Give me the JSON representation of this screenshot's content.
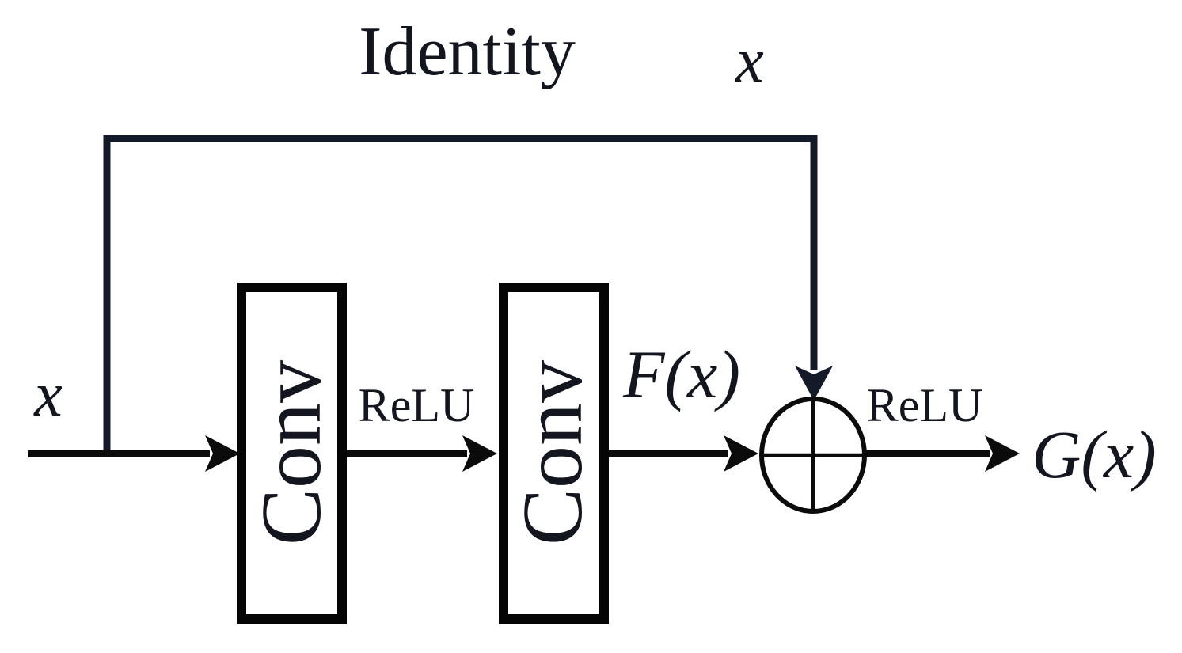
{
  "diagram": {
    "type": "residual-block-flowchart",
    "labels": {
      "skip_connection_title": "Identity",
      "skip_connection_signal": "x",
      "input_signal": "x",
      "conv1": "Conv",
      "conv2": "Conv",
      "relu1": "ReLU",
      "relu2": "ReLU",
      "residual_function": "F(x)",
      "output_function": "G(x)"
    },
    "nodes": {
      "sum_node": "circled-plus"
    },
    "colors": {
      "background": "#ffffff",
      "main_line": "#0b0b0b",
      "skip_line": "#151a28",
      "box_border": "#050505",
      "box_fill": "#ffffff",
      "text": "#14161f"
    }
  }
}
